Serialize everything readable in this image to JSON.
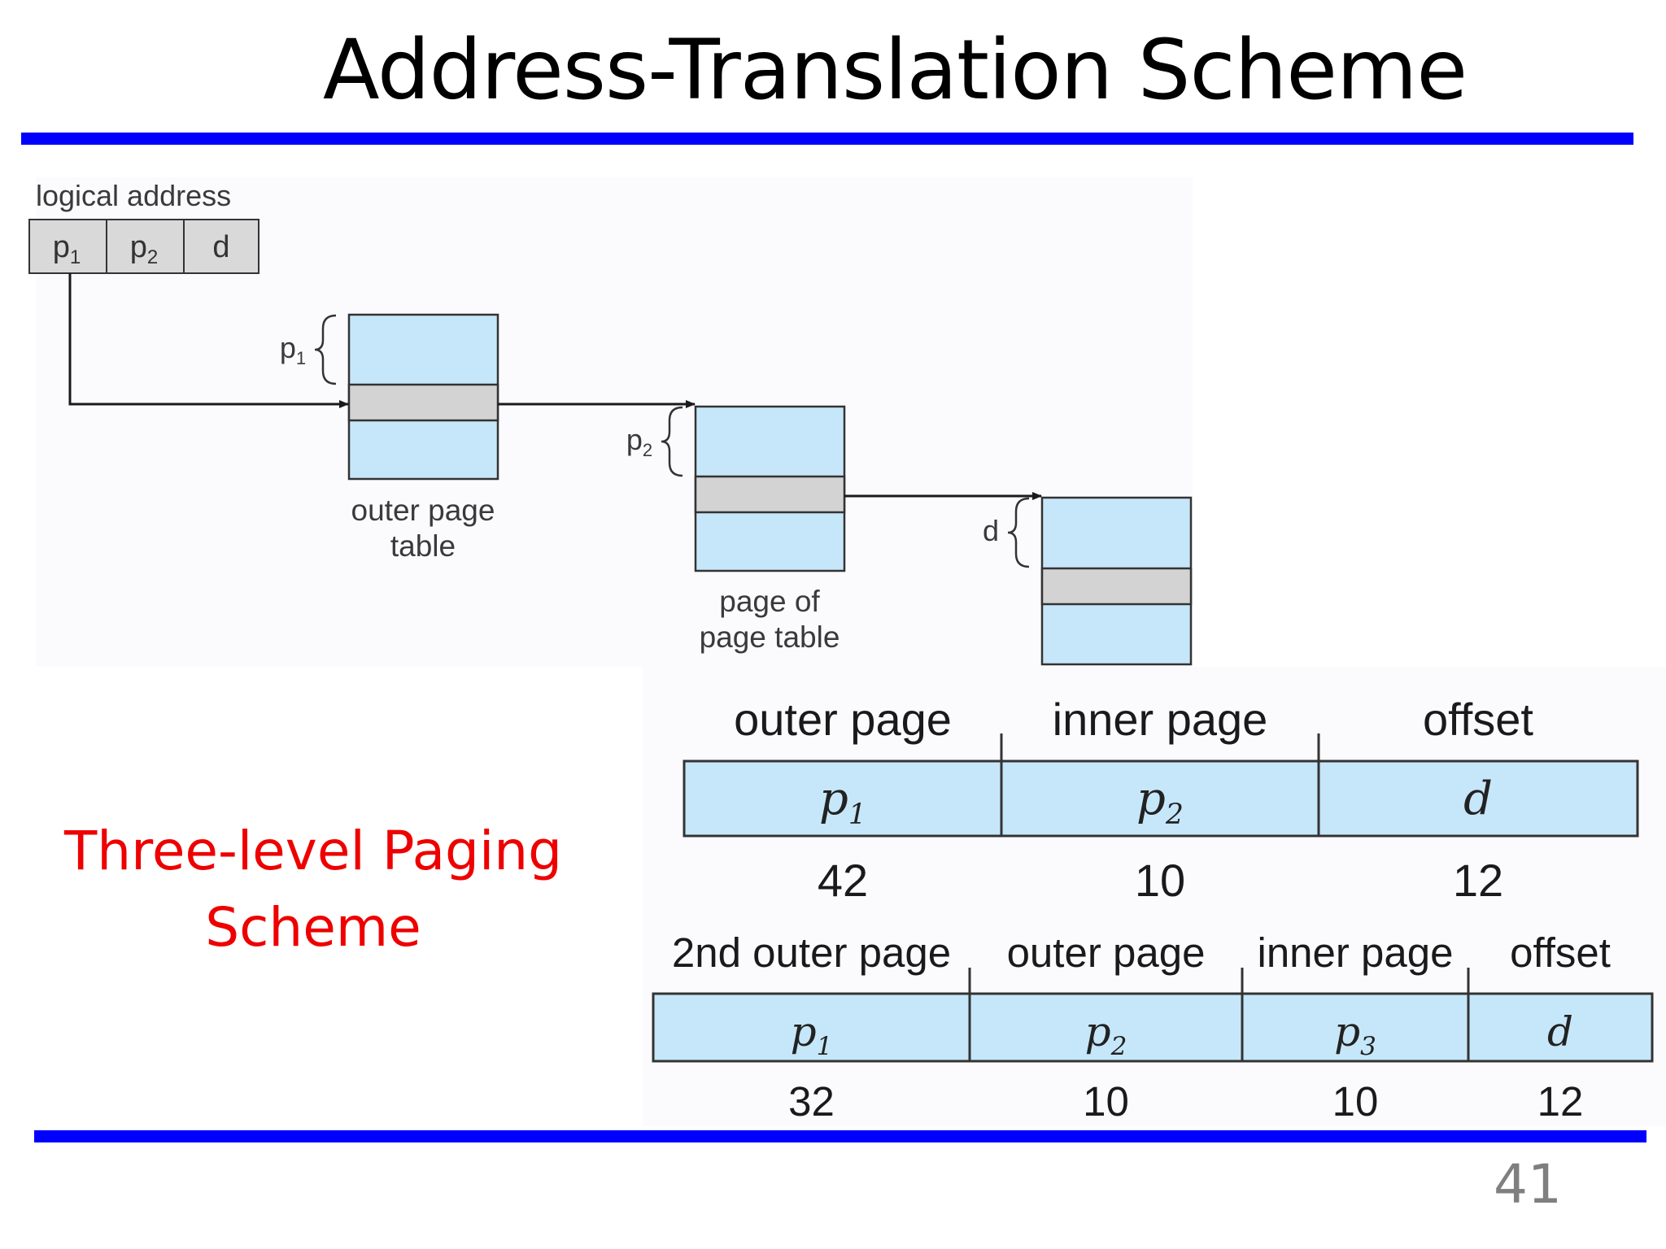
{
  "title": "Address-Translation Scheme",
  "diagram": {
    "logical_address_label": "logical address",
    "logical_fields": [
      "p",
      "p",
      "d"
    ],
    "logical_field_subscripts": [
      "1",
      "2",
      ""
    ],
    "brace_labels": [
      "p",
      "p",
      "d"
    ],
    "brace_subscripts": [
      "1",
      "2",
      ""
    ],
    "outer_page_table_label_line1": "outer page",
    "outer_page_table_label_line2": "table",
    "page_of_page_table_label_line1": "page of",
    "page_of_page_table_label_line2": "page table"
  },
  "subtitle": {
    "line1": "Three-level Paging",
    "line2": "Scheme"
  },
  "two_level_table": {
    "headers": [
      "outer page",
      "inner page",
      "offset"
    ],
    "fields": [
      "p",
      "p",
      "d"
    ],
    "field_subscripts": [
      "1",
      "2",
      ""
    ],
    "bits": [
      "42",
      "10",
      "12"
    ]
  },
  "three_level_table": {
    "headers": [
      "2nd outer page",
      "outer page",
      "inner page",
      "offset"
    ],
    "fields": [
      "p",
      "p",
      "p",
      "d"
    ],
    "field_subscripts": [
      "1",
      "2",
      "3",
      ""
    ],
    "bits": [
      "32",
      "10",
      "10",
      "12"
    ]
  },
  "slide_number": "41",
  "colors": {
    "rule": "#0000ff",
    "table_fill": "#c6e7fa",
    "entry_fill": "#d3d3d3",
    "logical_fill": "#d9d9d9",
    "subtitle": "#ee0000"
  }
}
